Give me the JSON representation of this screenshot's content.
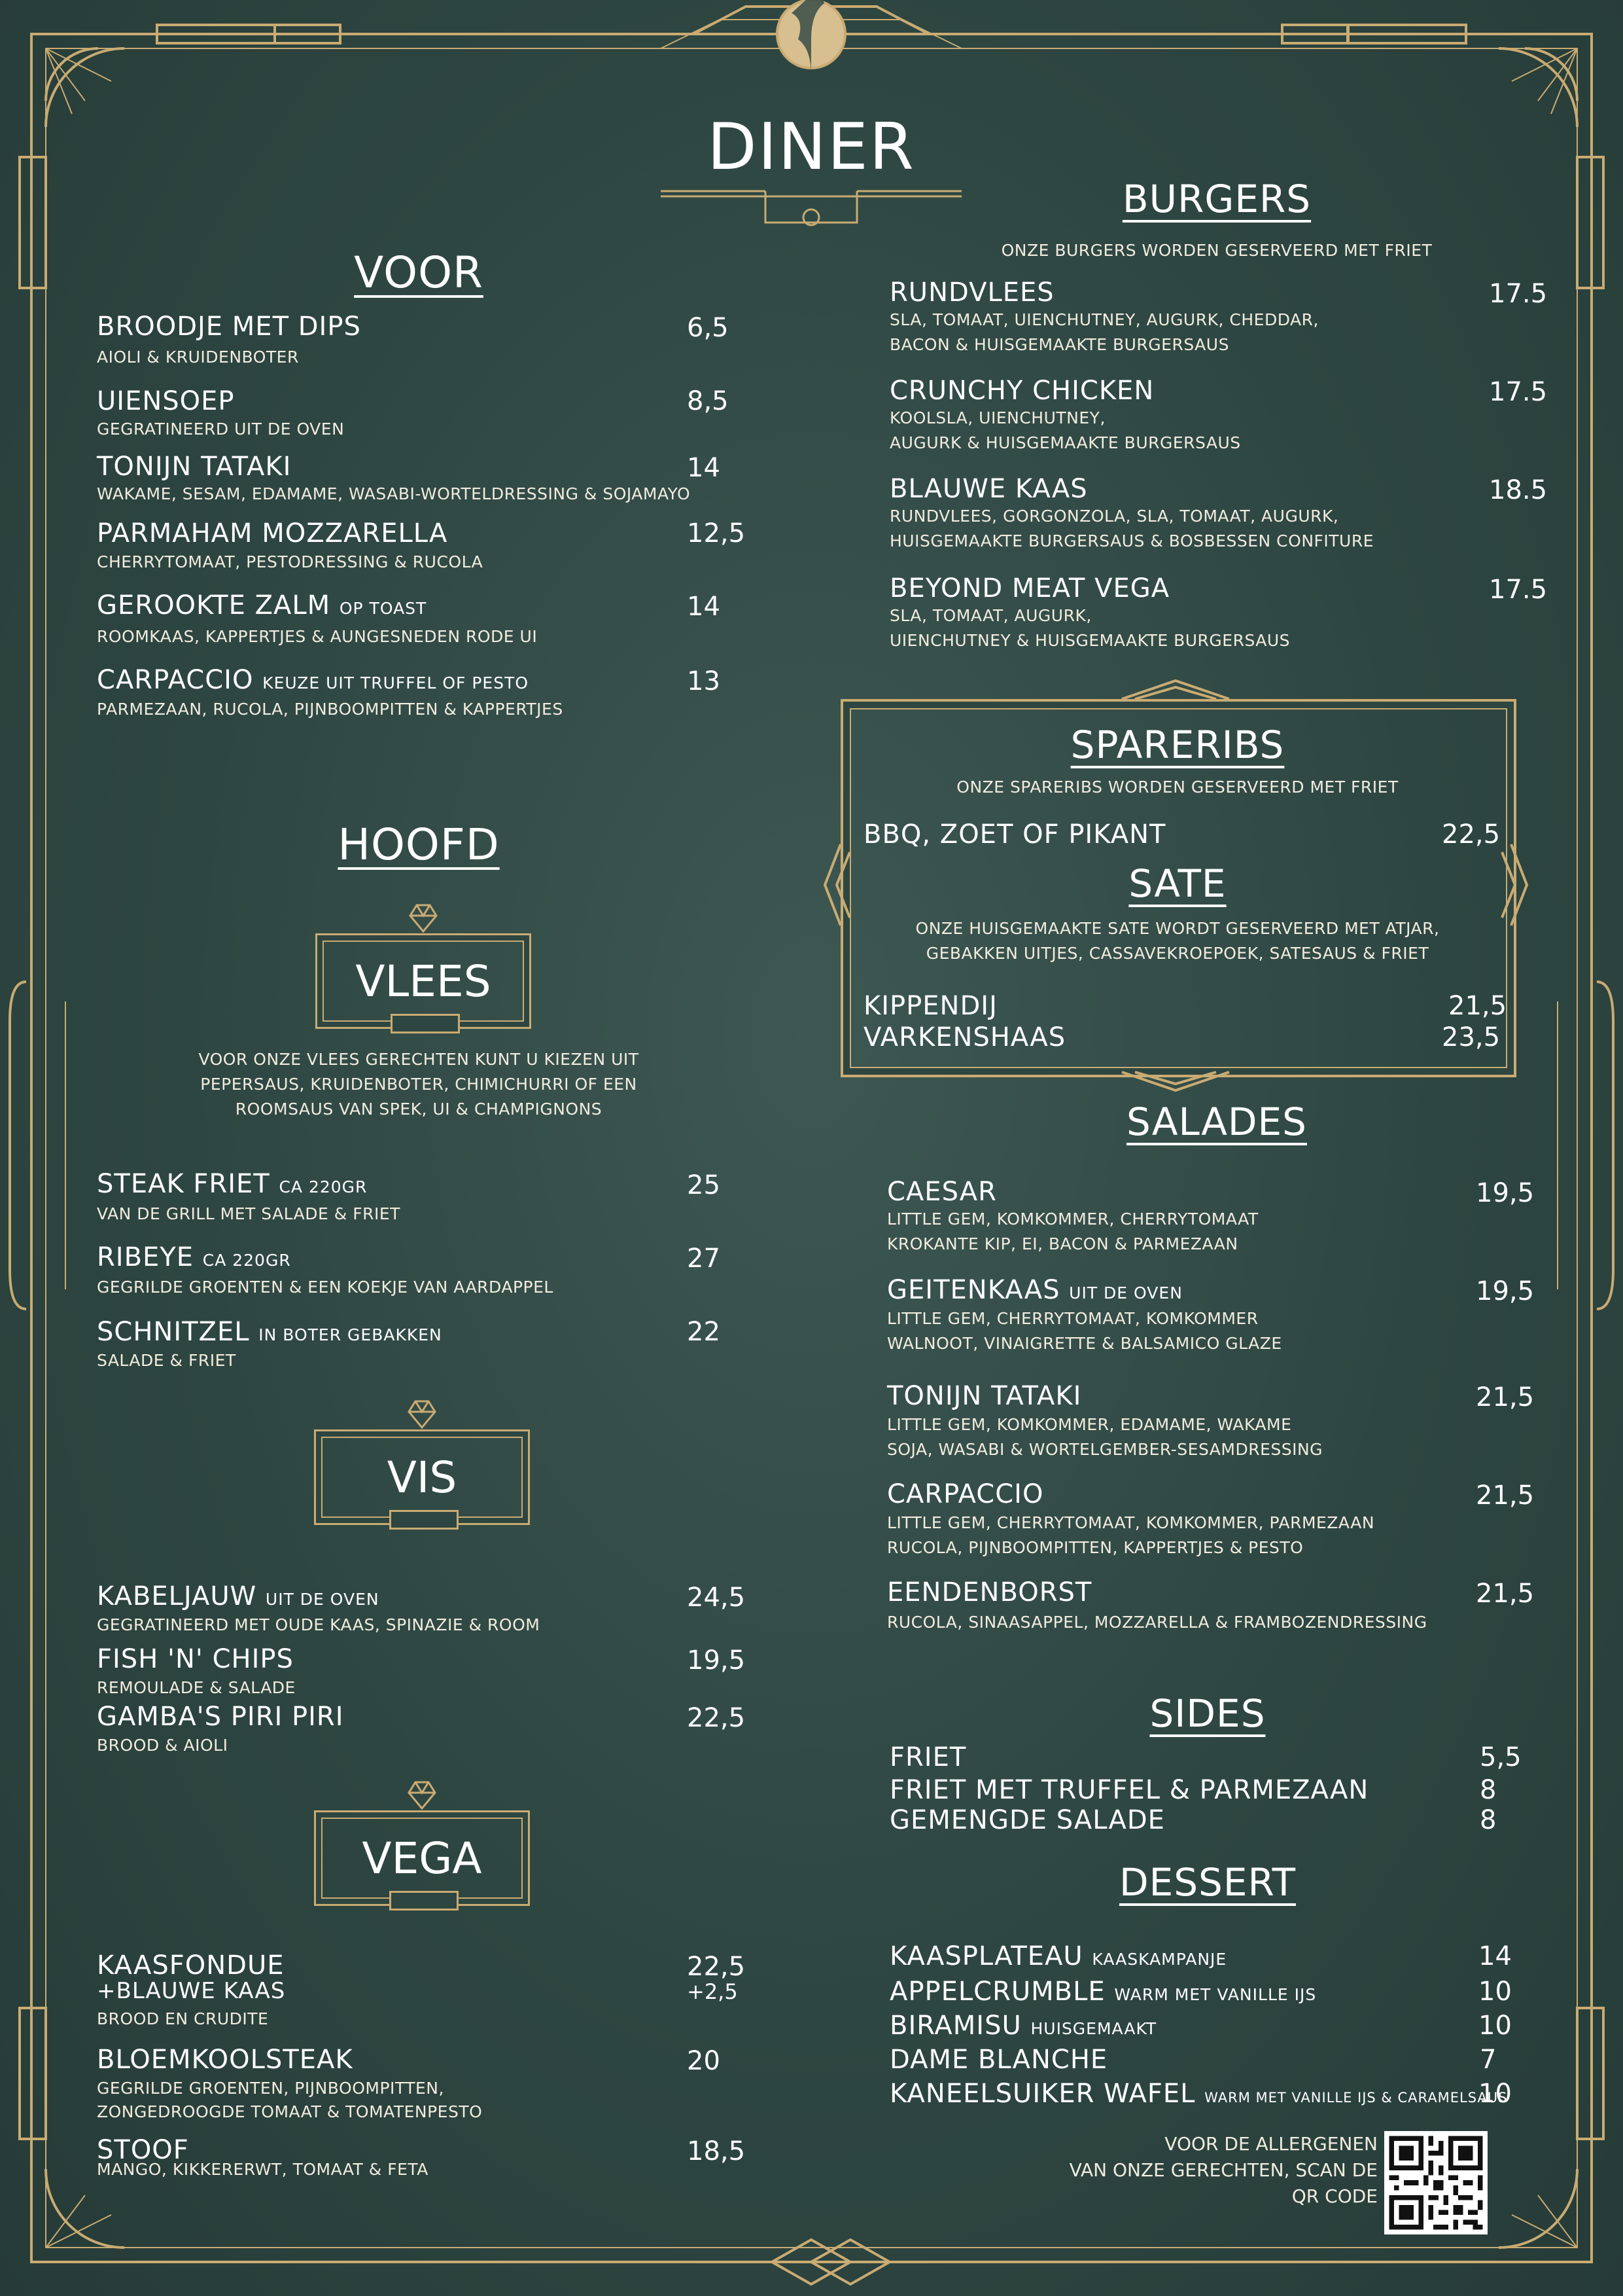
{
  "title": "DINER",
  "voor": {
    "title": "VOOR",
    "items": [
      {
        "name": "BROODJE MET DIPS",
        "note": "",
        "desc": [
          "AIOLI & KRUIDENBOTER"
        ],
        "price": "6,5"
      },
      {
        "name": "UIENSOEP",
        "note": "",
        "desc": [
          "GEGRATINEERD UIT DE OVEN"
        ],
        "price": "8,5"
      },
      {
        "name": "TONIJN TATAKI",
        "note": "",
        "desc": [
          "WAKAME, SESAM, EDAMAME, WASABI-WORTELDRESSING & SOJAMAYO"
        ],
        "price": "14"
      },
      {
        "name": "PARMAHAM MOZZARELLA",
        "note": "",
        "desc": [
          "CHERRYTOMAAT, PESTODRESSING & RUCOLA"
        ],
        "price": "12,5"
      },
      {
        "name": "GEROOKTE ZALM",
        "note": "OP TOAST",
        "desc": [
          "ROOMKAAS, KAPPERTJES & AUNGESNEDEN RODE UI"
        ],
        "price": "14"
      },
      {
        "name": "CARPACCIO",
        "note": "KEUZE UIT TRUFFEL OF PESTO",
        "desc": [
          "PARMEZAAN, RUCOLA, PIJNBOOMPITTEN & KAPPERTJES"
        ],
        "price": "13"
      }
    ]
  },
  "hoofd": {
    "title": "HOOFD",
    "vlees": {
      "badge": "VLEES",
      "note": [
        "VOOR ONZE VLEES GERECHTEN KUNT U KIEZEN UIT",
        "PEPERSAUS, KRUIDENBOTER, CHIMICHURRI OF EEN",
        "ROOMSAUS VAN SPEK, UI & CHAMPIGNONS"
      ],
      "items": [
        {
          "name": "STEAK FRIET",
          "note": "CA 220GR",
          "desc": [
            "VAN DE GRILL MET SALADE & FRIET"
          ],
          "price": "25"
        },
        {
          "name": "RIBEYE",
          "note": "CA 220GR",
          "desc": [
            "GEGRILDE GROENTEN & EEN KOEKJE VAN AARDAPPEL"
          ],
          "price": "27"
        },
        {
          "name": "SCHNITZEL",
          "note": "IN BOTER GEBAKKEN",
          "desc": [
            "SALADE & FRIET"
          ],
          "price": "22"
        }
      ]
    },
    "vis": {
      "badge": "VIS",
      "items": [
        {
          "name": "KABELJAUW",
          "note": "UIT DE OVEN",
          "desc": [
            "GEGRATINEERD MET OUDE KAAS, SPINAZIE & ROOM"
          ],
          "price": "24,5"
        },
        {
          "name": "FISH 'N' CHIPS",
          "note": "",
          "desc": [
            "REMOULADE & SALADE"
          ],
          "price": "19,5"
        },
        {
          "name": "GAMBA'S PIRI PIRI",
          "note": "",
          "desc": [
            "BROOD & AIOLI"
          ],
          "price": "22,5"
        }
      ]
    },
    "vega": {
      "badge": "VEGA",
      "items": [
        {
          "name": "KAASFONDUE",
          "extra": "+BLAUWE KAAS",
          "desc": [
            "BROOD EN CRUDITE"
          ],
          "price": "22,5",
          "extra_price": "+2,5"
        },
        {
          "name": "BLOEMKOOLSTEAK",
          "desc": [
            "GEGRILDE GROENTEN, PIJNBOOMPITTEN,",
            "ZONGEDROOGDE TOMAAT & TOMATENPESTO"
          ],
          "price": "20"
        },
        {
          "name": "STOOF",
          "desc": [
            "MANGO, KIKKERERWT, TOMAAT & FETA"
          ],
          "price": "18,5"
        }
      ]
    }
  },
  "burgers": {
    "title": "BURGERS",
    "note": "ONZE BURGERS WORDEN GESERVEERD MET FRIET",
    "items": [
      {
        "name": "RUNDVLEES",
        "desc": [
          "SLA, TOMAAT, UIENCHUTNEY, AUGURK, CHEDDAR,",
          "BACON & HUISGEMAAKTE BURGERSAUS"
        ],
        "price": "17.5"
      },
      {
        "name": "CRUNCHY CHICKEN",
        "desc": [
          "KOOLSLA, UIENCHUTNEY,",
          "AUGURK & HUISGEMAAKTE BURGERSAUS"
        ],
        "price": "17.5"
      },
      {
        "name": "BLAUWE KAAS",
        "desc": [
          "RUNDVLEES, GORGONZOLA, SLA, TOMAAT, AUGURK,",
          "HUISGEMAAKTE BURGERSAUS & BOSBESSEN CONFITURE"
        ],
        "price": "18.5"
      },
      {
        "name": "BEYOND MEAT VEGA",
        "desc": [
          "SLA, TOMAAT, AUGURK,",
          "UIENCHUTNEY & HUISGEMAAKTE BURGERSAUS"
        ],
        "price": "17.5"
      }
    ]
  },
  "spareribs": {
    "title": "SPARERIBS",
    "note": "ONZE SPARERIBS WORDEN GESERVEERD MET FRIET",
    "item": {
      "name": "BBQ, ZOET OF PIKANT",
      "price": "22,5"
    }
  },
  "sate": {
    "title": "SATE",
    "note": [
      "ONZE HUISGEMAAKTE SATE WORDT GESERVEERD MET ATJAR,",
      "GEBAKKEN UITJES, CASSAVEKROEPOEK, SATESAUS & FRIET"
    ],
    "items": [
      {
        "name": "KIPPENDIJ",
        "price": "21,5"
      },
      {
        "name": "VARKENSHAAS",
        "price": "23,5"
      }
    ]
  },
  "salades": {
    "title": "SALADES",
    "items": [
      {
        "name": "CAESAR",
        "note": "",
        "desc": [
          "LITTLE GEM, KOMKOMMER, CHERRYTOMAAT",
          "KROKANTE KIP, EI, BACON & PARMEZAAN"
        ],
        "price": "19,5"
      },
      {
        "name": "GEITENKAAS",
        "note": "UIT DE OVEN",
        "desc": [
          "LITTLE GEM, CHERRYTOMAAT, KOMKOMMER",
          "WALNOOT, VINAIGRETTE & BALSAMICO GLAZE"
        ],
        "price": "19,5"
      },
      {
        "name": "TONIJN TATAKI",
        "note": "",
        "desc": [
          "LITTLE GEM, KOMKOMMER, EDAMAME, WAKAME",
          "SOJA, WASABI & WORTELGEMBER-SESAMDRESSING"
        ],
        "price": "21,5"
      },
      {
        "name": "CARPACCIO",
        "note": "",
        "desc": [
          "LITTLE GEM, CHERRYTOMAAT, KOMKOMMER, PARMEZAAN",
          "RUCOLA, PIJNBOOMPITTEN, KAPPERTJES & PESTO"
        ],
        "price": "21,5"
      },
      {
        "name": "EENDENBORST",
        "note": "",
        "desc": [
          "RUCOLA, SINAASAPPEL, MOZZARELLA & FRAMBOZENDRESSING"
        ],
        "price": "21,5"
      }
    ]
  },
  "sides": {
    "title": "SIDES",
    "items": [
      {
        "name": "FRIET",
        "price": "5,5"
      },
      {
        "name": "FRIET MET TRUFFEL & PARMEZAAN",
        "price": "8"
      },
      {
        "name": "GEMENGDE SALADE",
        "price": "8"
      }
    ]
  },
  "dessert": {
    "title": "DESSERT",
    "items": [
      {
        "name": "KAASPLATEAU",
        "note": "KAASKAMPANJE",
        "price": "14"
      },
      {
        "name": "APPELCRUMBLE",
        "note": "WARM MET VANILLE IJS",
        "price": "10"
      },
      {
        "name": "BIRAMISU",
        "note": "HUISGEMAAKT",
        "price": "10"
      },
      {
        "name": "DAME BLANCHE",
        "note": "",
        "price": "7"
      },
      {
        "name": "KANEELSUIKER WAFEL",
        "note": "WARM MET VANILLE IJS & CARAMELSAUS",
        "price": "10"
      }
    ]
  },
  "allergens": [
    "VOOR DE ALLERGENEN",
    "VAN ONZE GERECHTEN, SCAN DE",
    "QR CODE"
  ],
  "icons": {
    "qr": "qr-code-icon",
    "logo": "faces-vase-logo-icon"
  },
  "colors": {
    "background": "#2e4641",
    "gold": "#c9ab73",
    "text": "#ffffff"
  }
}
